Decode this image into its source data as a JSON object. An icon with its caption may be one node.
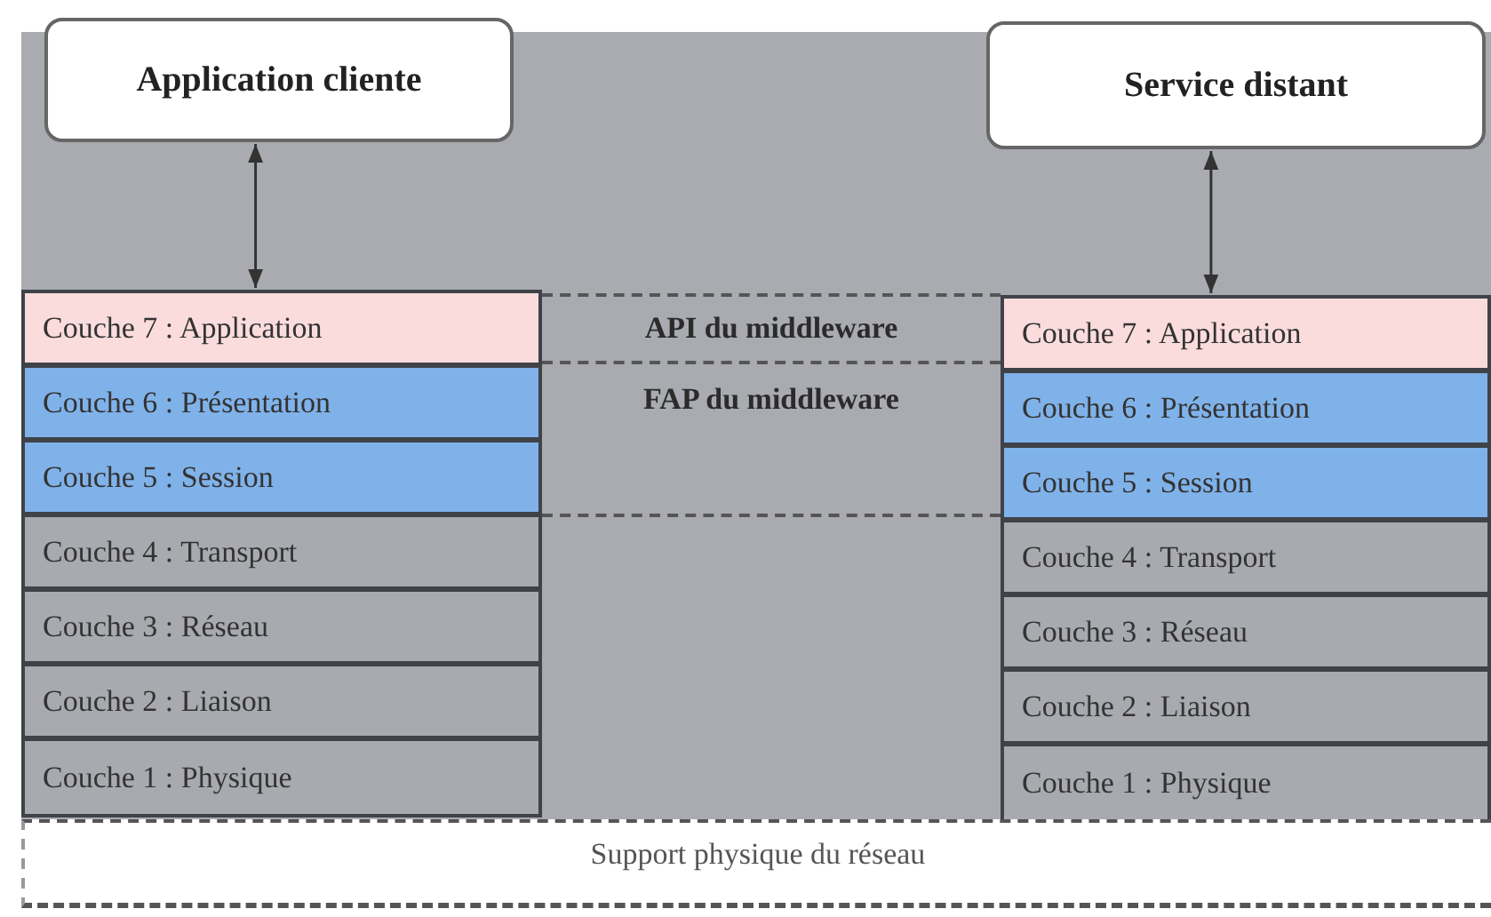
{
  "diagram": {
    "nodes": [
      {
        "text": [
          "Application cliente"
        ]
      },
      {
        "text": [
          "Service distant"
        ]
      },
      {
        "text": [
          "Couche 7 : Application"
        ]
      },
      {
        "text": [
          "Couche 6 : Présentation"
        ]
      },
      {
        "text": [
          "Couche 5 : Session"
        ]
      },
      {
        "text": [
          "Couche 4 : Transport"
        ]
      },
      {
        "text": [
          "Couche 3 : Réseau"
        ]
      },
      {
        "text": [
          "Couche 2 : Liaison"
        ]
      },
      {
        "text": [
          "Couche 1 : Physique"
        ]
      },
      {
        "text": [
          "API du middleware"
        ]
      },
      {
        "text": [
          "FAP du middleware"
        ]
      },
      {
        "text": [
          "Couche 7 : Application"
        ]
      },
      {
        "text": [
          "Couche 6 : Présentation"
        ]
      },
      {
        "text": [
          "Couche 5 : Session"
        ]
      },
      {
        "text": [
          "Couche 4 : Transport"
        ]
      },
      {
        "text": [
          "Couche 3 : Réseau"
        ]
      },
      {
        "text": [
          "Couche 2 : Liaison"
        ]
      },
      {
        "text": [
          "Couche 1 : Physique"
        ]
      },
      {
        "text": [
          "Support physique du réseau"
        ]
      }
    ],
    "edges": [
      {
        "from": 0,
        "to": 2,
        "arrow": "both"
      },
      {
        "from": 1,
        "to": 11,
        "arrow": "both"
      }
    ]
  }
}
